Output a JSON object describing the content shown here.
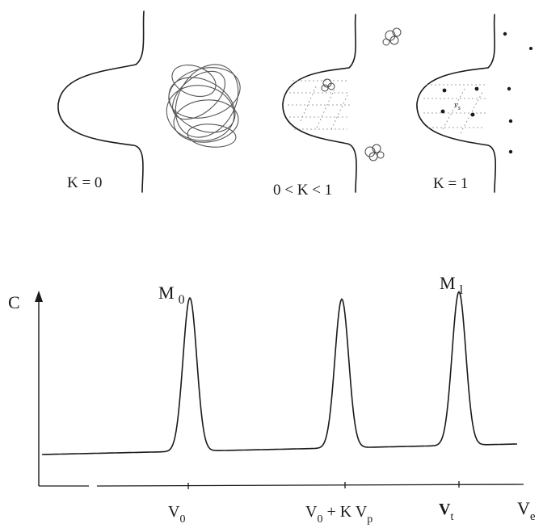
{
  "top_panel": {
    "labels": [
      "K = 0",
      "0 < K < 1",
      "K = 1"
    ],
    "inner_label": "v",
    "inner_label_sub": "s"
  },
  "chromatogram": {
    "y_label": "C",
    "x_label_main": "V",
    "x_label_sub": "e",
    "peak_labels": [
      {
        "main": "M",
        "sub": "0"
      },
      {
        "main": "M",
        "sub": "l"
      }
    ],
    "tick_labels": {
      "v0": {
        "main": "V",
        "sub": "0"
      },
      "mid": {
        "p1": "V",
        "s1": "0",
        "p2": " + K V",
        "s2": "p"
      },
      "vt": {
        "main": "V",
        "sub": "t"
      }
    }
  },
  "chart_data": {
    "type": "line",
    "xlabel": "Ve",
    "ylabel": "C",
    "x_ticks": [
      "V0",
      "V0 + K Vp",
      "Vt"
    ],
    "series": [
      {
        "values": [
          {
            "x": "V0",
            "y": 1,
            "label": "M0"
          },
          {
            "x": "V0 + K Vp",
            "y": 0.97
          },
          {
            "x": "Vt",
            "y": 1,
            "label": "Ml"
          }
        ]
      }
    ]
  }
}
